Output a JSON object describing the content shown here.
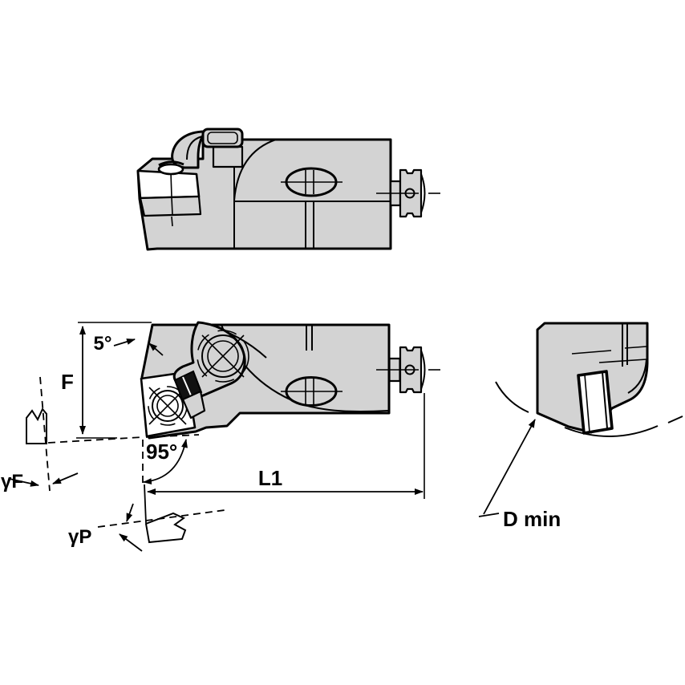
{
  "drawing": {
    "kind": "toolholder-engineering-drawing",
    "labels": {
      "back_rake_angle": "5°",
      "height_dim": "F",
      "lead_angle": "95°",
      "length_dim": "L1",
      "gamma_f": "γF",
      "gamma_p": "γP",
      "min_diameter": "D min"
    },
    "colors": {
      "metal": "#d3d3d3",
      "line": "#000000",
      "background": "#ffffff",
      "insert": "#ffffff"
    }
  }
}
